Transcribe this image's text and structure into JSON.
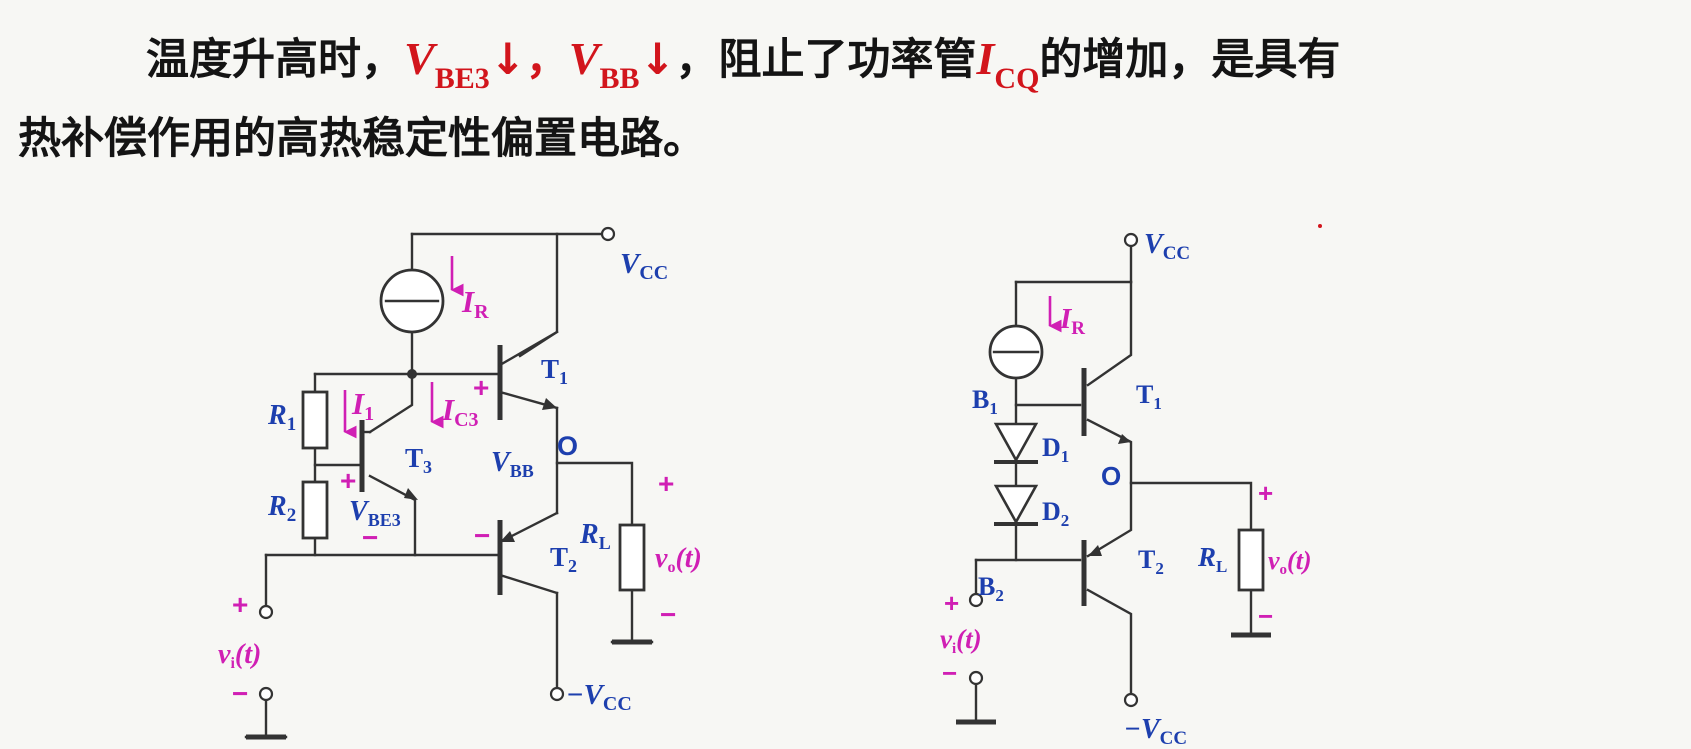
{
  "text": {
    "line1_a": "温度升高时，",
    "v": "V",
    "be3_sub": "BE3",
    "arrow": "↓",
    "comma": "，",
    "bb_sub": "BB",
    "line1_b": "，阻止了功率管",
    "i": "I",
    "cq_sub": "CQ",
    "line1_c": "的增加，是具有",
    "line2": "热补偿作用的高热稳定性偏置电路。"
  },
  "circuit_left": {
    "vcc_v": "V",
    "vcc_sub": "CC",
    "ir_i": "I",
    "ir_sub": "R",
    "i1_i": "I",
    "i1_sub": "1",
    "ic3_i": "I",
    "ic3_sub": "C3",
    "r1_r": "R",
    "r1_sub": "1",
    "r2_r": "R",
    "r2_sub": "2",
    "t1_t": "T",
    "t1_sub": "1",
    "t2_t": "T",
    "t2_sub": "2",
    "t3_t": "T",
    "t3_sub": "3",
    "vbe3_v": "V",
    "vbe3_sub": "BE3",
    "vbb_v": "V",
    "vbb_sub": "BB",
    "node_o": "O",
    "rl_r": "R",
    "rl_sub": "L",
    "vo_v": "v",
    "vo_sub": "o",
    "vo_t": "(t)",
    "vi_v": "v",
    "vi_sub": "i",
    "vi_t": "(t)",
    "plus": "+",
    "minus": "−",
    "neg_vcc_prefix": "−V",
    "neg_vcc_sub": "CC"
  },
  "circuit_right": {
    "vcc_v": "V",
    "vcc_sub": "CC",
    "ir_i": "I",
    "ir_sub": "R",
    "b1_b": "B",
    "b1_sub": "1",
    "b2_b": "B",
    "b2_sub": "2",
    "d1_d": "D",
    "d1_sub": "1",
    "d2_d": "D",
    "d2_sub": "2",
    "t1_t": "T",
    "t1_sub": "1",
    "t2_t": "T",
    "t2_sub": "2",
    "node_o": "O",
    "rl_r": "R",
    "rl_sub": "L",
    "vo_v": "v",
    "vo_sub": "o",
    "vo_t": "(t)",
    "vi_v": "v",
    "vi_sub": "i",
    "vi_t": "(t)",
    "plus": "+",
    "minus": "−",
    "neg_vcc_prefix": "−V",
    "neg_vcc_sub": "CC"
  },
  "colors": {
    "text": "#141414",
    "highlight": "#d2151c",
    "label": "#1d3fae",
    "current": "#d01fb4",
    "wire": "#333333"
  }
}
